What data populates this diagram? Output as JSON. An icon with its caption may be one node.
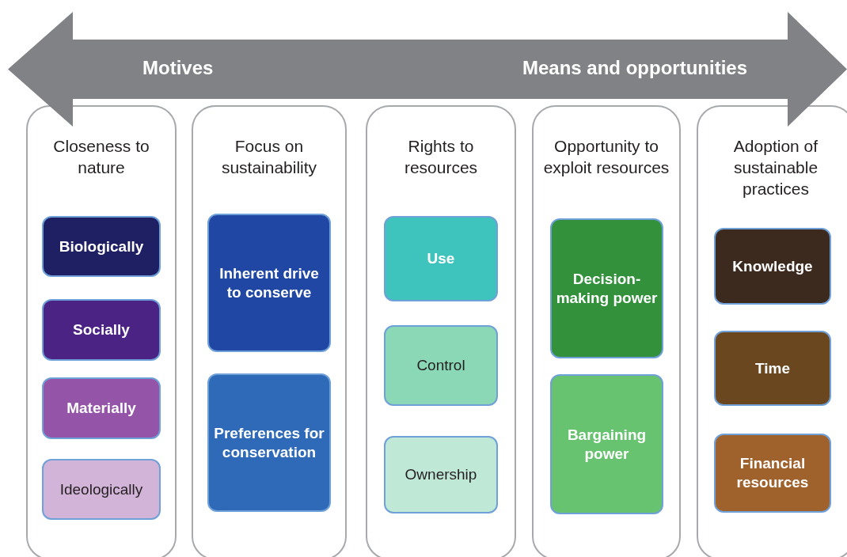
{
  "diagram": {
    "nodes": [
      {
        "text": [
          "Motives",
          "Means and opportunities"
        ]
      },
      {
        "text": [
          "Closeness to nature"
        ]
      },
      {
        "text": [
          "Biologically"
        ],
        "in": 1
      },
      {
        "text": [
          "Socially"
        ],
        "in": 1
      },
      {
        "text": [
          "Materially"
        ],
        "in": 1
      },
      {
        "text": [
          "Ideologically"
        ],
        "in": 1
      },
      {
        "text": [
          "Focus on sustainability"
        ]
      },
      {
        "text": [
          "Inherent drive to conserve"
        ],
        "in": 6
      },
      {
        "text": [
          "Preferences for conservation"
        ],
        "in": 6
      },
      {
        "text": [
          "Rights to resources"
        ]
      },
      {
        "text": [
          "Use"
        ],
        "in": 9
      },
      {
        "text": [
          "Control"
        ],
        "in": 9
      },
      {
        "text": [
          "Ownership"
        ],
        "in": 9
      },
      {
        "text": [
          "Opportunity to exploit resources"
        ]
      },
      {
        "text": [
          "Decision-making power"
        ],
        "in": 13
      },
      {
        "text": [
          "Bargaining power"
        ],
        "in": 13
      },
      {
        "text": [
          "Adoption of sustainable practices"
        ]
      },
      {
        "text": [
          "Knowledge"
        ],
        "in": 16
      },
      {
        "text": [
          "Time"
        ],
        "in": 16
      },
      {
        "text": [
          "Financial resources"
        ],
        "in": 16
      }
    ]
  }
}
